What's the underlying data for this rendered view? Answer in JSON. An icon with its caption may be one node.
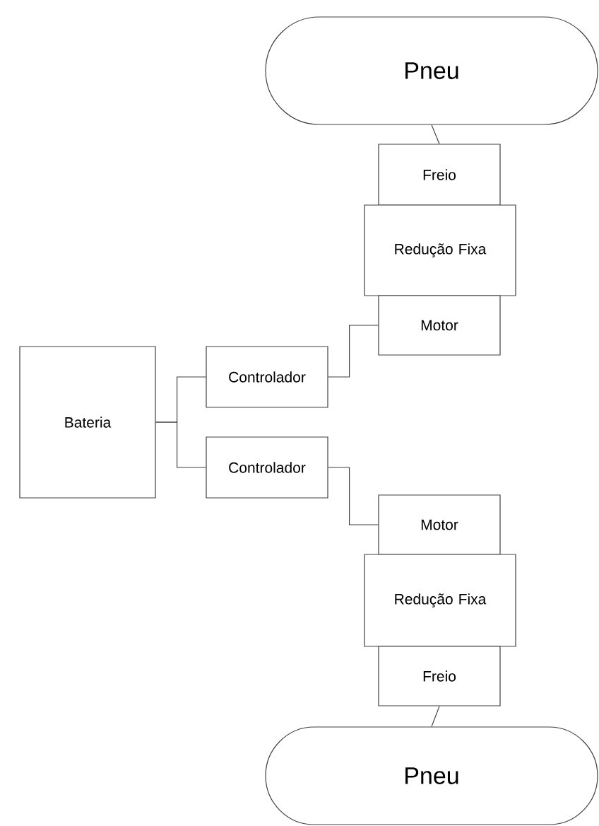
{
  "diagram": {
    "nodes": [
      {
        "text": [
          "Pneu"
        ]
      },
      {
        "text": [
          "Freio"
        ]
      },
      {
        "text": [
          "Redução Fixa"
        ]
      },
      {
        "text": [
          "Motor"
        ]
      },
      {
        "text": [
          "Bateria"
        ]
      },
      {
        "text": [
          "Controlador"
        ]
      },
      {
        "text": [
          "Controlador"
        ]
      },
      {
        "text": [
          "Motor"
        ]
      },
      {
        "text": [
          "Redução Fixa"
        ]
      },
      {
        "text": [
          "Freio"
        ]
      },
      {
        "text": [
          "Pneu"
        ]
      }
    ],
    "edges": [
      {
        "from": 0,
        "to": 1,
        "arrow": "none"
      },
      {
        "from": 5,
        "to": 3,
        "arrow": "none"
      },
      {
        "from": 4,
        "to": 5,
        "arrow": "none"
      },
      {
        "from": 4,
        "to": 6,
        "arrow": "none"
      },
      {
        "from": 6,
        "to": 7,
        "arrow": "none"
      },
      {
        "from": 9,
        "to": 10,
        "arrow": "none"
      }
    ]
  }
}
